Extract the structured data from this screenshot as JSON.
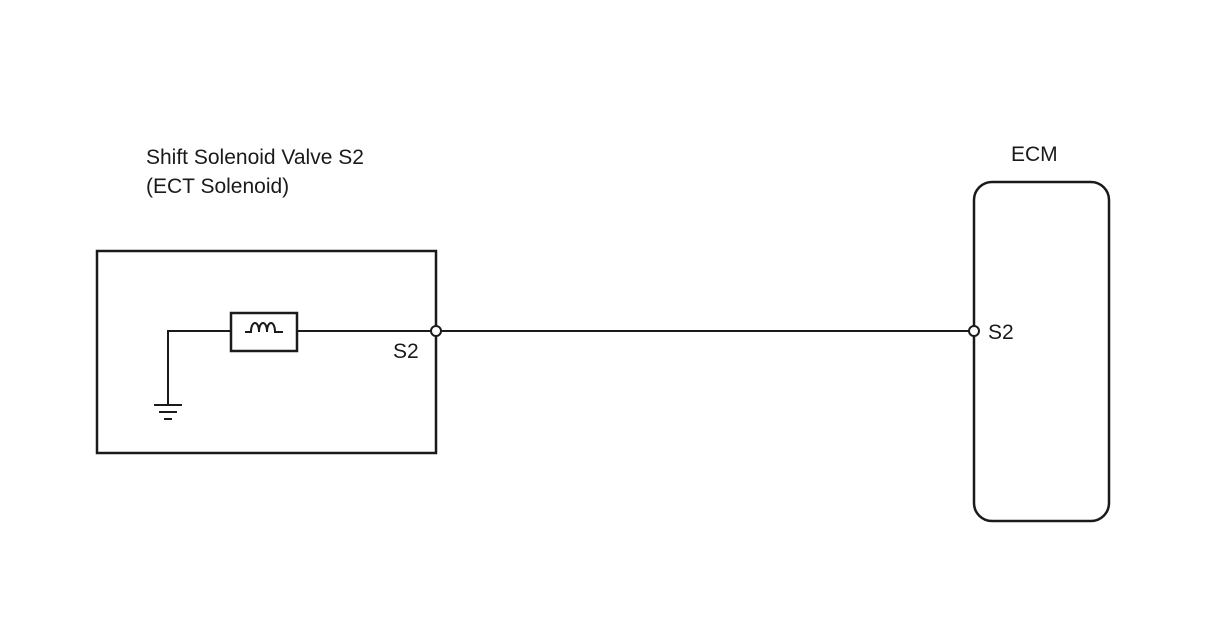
{
  "components": {
    "solenoid": {
      "title_line1": "Shift Solenoid Valve S2",
      "title_line2": "(ECT Solenoid)",
      "terminal": "S2"
    },
    "ecm": {
      "title": "ECM",
      "terminal": "S2"
    }
  },
  "style": {
    "line_color": "#1a1a1a",
    "background": "#ffffff"
  }
}
